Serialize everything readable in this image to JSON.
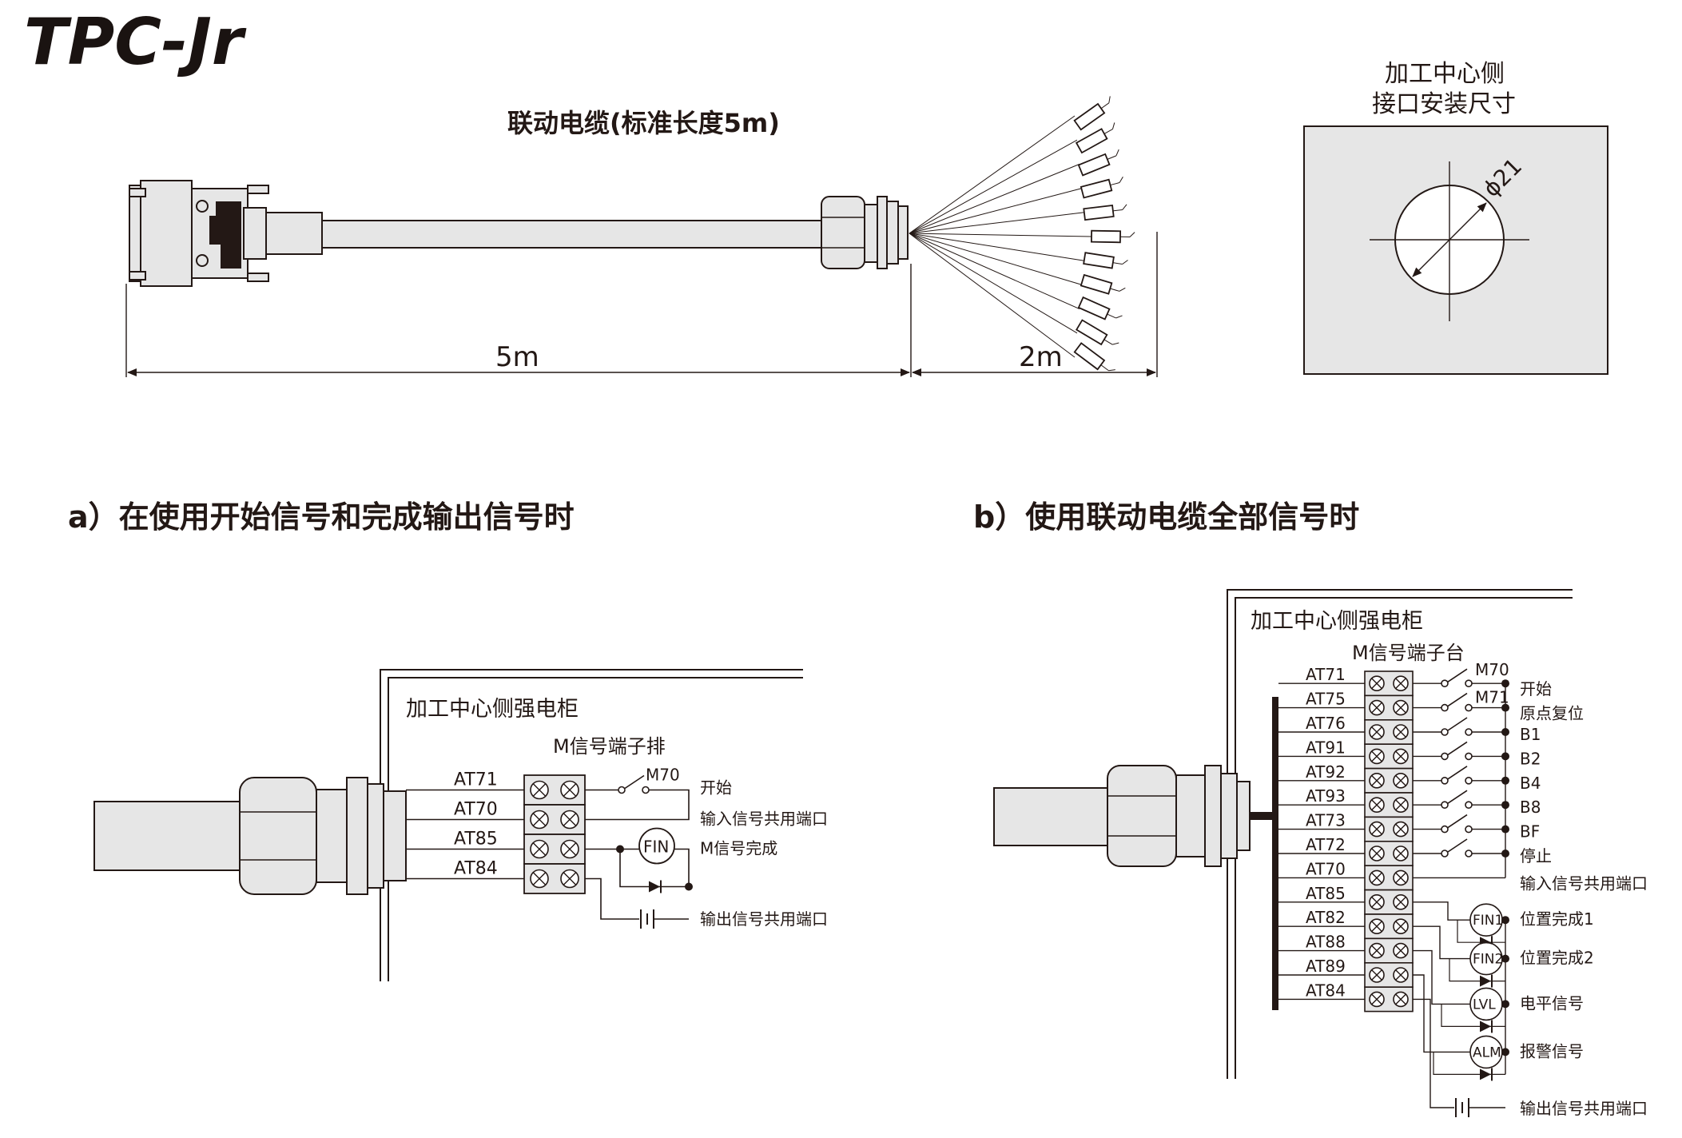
{
  "logo": "TPC-Jr",
  "cable": {
    "title": "联动电缆(标准长度5m)",
    "len_main": "5m",
    "len_tail": "2m"
  },
  "mount": {
    "title_line1": "加工中心侧",
    "title_line2": "接口安装尺寸",
    "diameter": "ϕ21"
  },
  "section_a": {
    "heading": "a）在使用开始信号和完成输出信号时",
    "cabinet": "加工中心侧强电柜",
    "terminal_block": "M信号端子排",
    "terminals": [
      "AT71",
      "AT70",
      "AT85",
      "AT84"
    ],
    "switch": "M70",
    "signals": [
      "开始",
      "输入信号共用端口",
      "M信号完成",
      "输出信号共用端口"
    ],
    "relay": "FIN"
  },
  "section_b": {
    "heading": "b）使用联动电缆全部信号时",
    "cabinet": "加工中心侧强电柜",
    "terminal_block": "M信号端子台",
    "terminals": [
      "AT71",
      "AT75",
      "AT76",
      "AT91",
      "AT92",
      "AT93",
      "AT73",
      "AT72",
      "AT70",
      "AT85",
      "AT82",
      "AT88",
      "AT89",
      "AT84"
    ],
    "switches": [
      "M70",
      "M71"
    ],
    "inputs": [
      "开始",
      "原点复位",
      "B1",
      "B2",
      "B4",
      "B8",
      "BF",
      "停止",
      "输入信号共用端口"
    ],
    "relays": [
      "FIN1",
      "FIN2",
      "LVL",
      "ALM"
    ],
    "outputs": [
      "位置完成1",
      "位置完成2",
      "电平信号",
      "报警信号",
      "输出信号共用端口"
    ]
  }
}
